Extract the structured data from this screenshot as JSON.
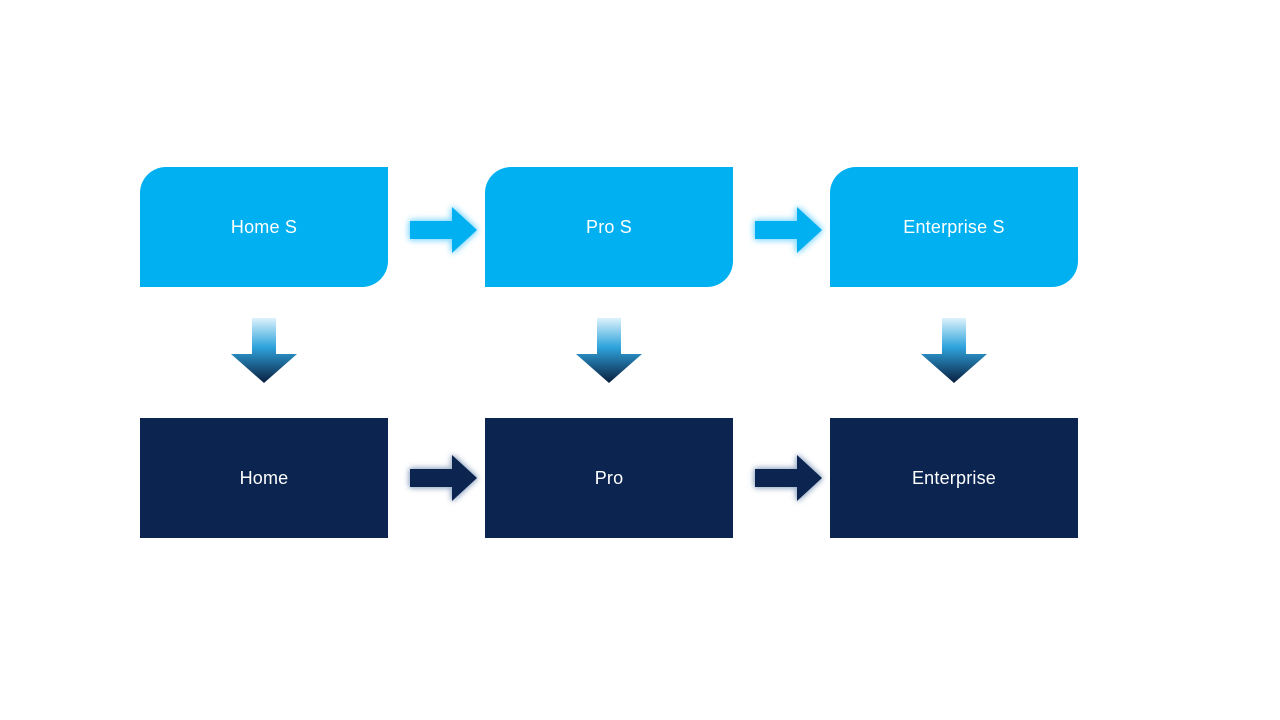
{
  "diagram": {
    "name": "edition-upgrade-process",
    "columns": [
      {
        "top_label": "Home S",
        "bottom_label": "Home"
      },
      {
        "top_label": "Pro S",
        "bottom_label": "Pro"
      },
      {
        "top_label": "Enterprise S",
        "bottom_label": "Enterprise"
      }
    ]
  },
  "colors": {
    "background": "#ffffff",
    "box_text": "#ffffff",
    "top_box_fill": "#00b0f0",
    "bottom_box_fill": "#0b2450",
    "light_arrow_fill": "#00b0f0",
    "light_arrow_glow": "#8fdcff",
    "dark_arrow_fill": "#0b2450",
    "dark_arrow_glow": "#a3b5cc",
    "down_arrow_top": "#ddf2fc",
    "down_arrow_mid": "#2ea3dc",
    "down_arrow_bottom": "#0a1e3e"
  }
}
